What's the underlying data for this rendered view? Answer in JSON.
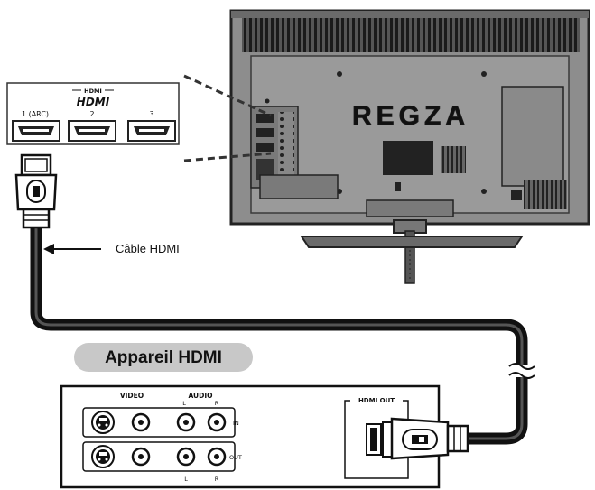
{
  "tv": {
    "brand": "REGZA"
  },
  "hdmi_panel": {
    "logo_small": "HDMI",
    "logo": "HDMI",
    "ports": [
      {
        "label": "1 (ARC)"
      },
      {
        "label": "2"
      },
      {
        "label": "3"
      }
    ]
  },
  "cable": {
    "label": "Câble HDMI"
  },
  "device": {
    "title": "Appareil HDMI",
    "video_label": "VIDEO",
    "audio_label": "AUDIO",
    "audio_l": "L",
    "audio_r": "R",
    "in_label": "IN",
    "out_label": "OUT",
    "bottom_l": "L",
    "bottom_r": "R",
    "hdmi_out_label": "HDMI OUT"
  }
}
